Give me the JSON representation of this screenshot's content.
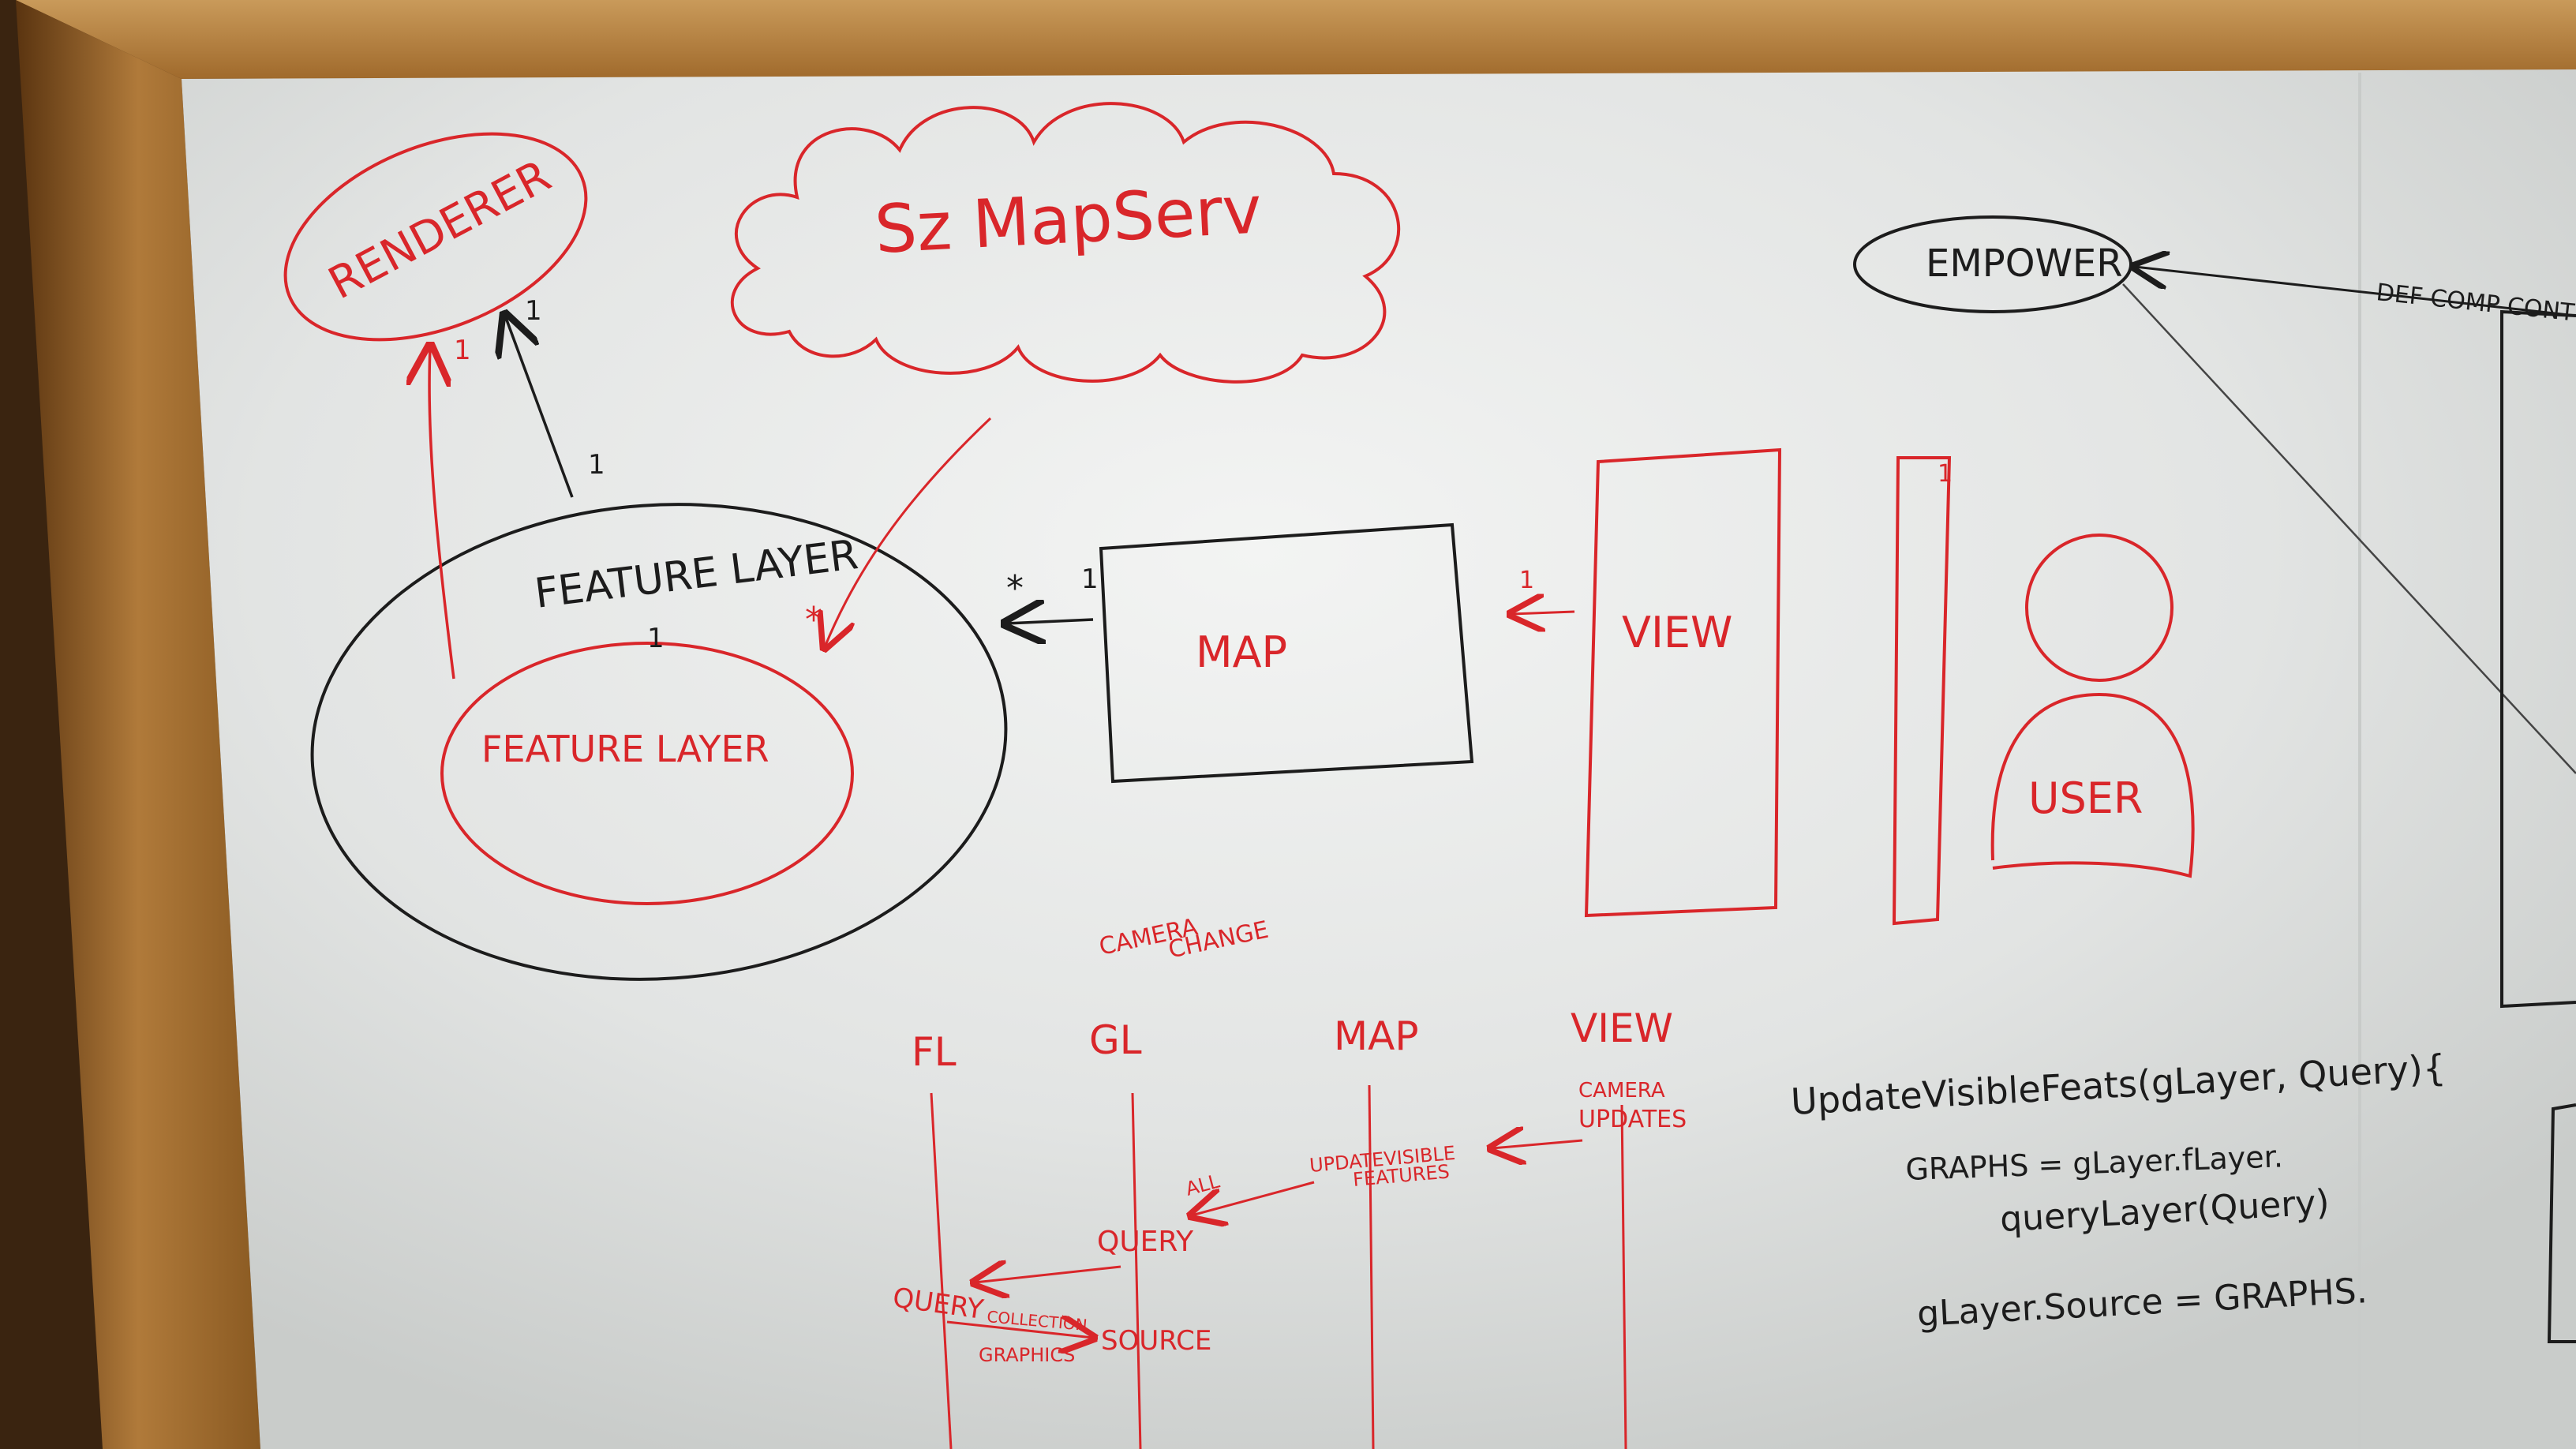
{
  "colors": {
    "red_marker": "#d9262a",
    "black_marker": "#1c1c1c",
    "board": "#e6e8e6",
    "frame": "#b9823f"
  },
  "top_diagram": {
    "renderer": "RENDERER",
    "map_server": "Sz MapServ",
    "feature_layer_outer": "FEATURE LAYER",
    "feature_layer_inner": "FEATURE LAYER",
    "map": "MAP",
    "view": "VIEW",
    "user": "USER",
    "empower": "EMPOWER",
    "def_comp": "DEF COMP CONT",
    "mult_1": "1",
    "mult_2": "1",
    "mult_3": "1",
    "mult_4": "1",
    "mult_5": "1",
    "mult_6": "1",
    "mult_7": "1",
    "mult_star_1": "*",
    "mult_star_2": "*"
  },
  "sequence": {
    "camera_change": [
      "CAMERA",
      "CHANGE"
    ],
    "lanes": [
      "FL",
      "GL",
      "MAP",
      "VIEW"
    ],
    "camera_updates": [
      "CAMERA",
      "UPDATES"
    ],
    "update_visible": [
      "UPDATEVISIBLE",
      "FEATURES"
    ],
    "all": "ALL",
    "query_gl": "QUERY",
    "query_fl": "QUERY",
    "collection": "COLLECTION",
    "graphics": "GRAPHICS",
    "source": "SOURCE"
  },
  "code": {
    "line1": "UpdateVisibleFeats(gLayer, Query){",
    "line2": "GRAPHS = gLayer.fLayer.",
    "line3": "queryLayer(Query)",
    "line4": "gLayer.Source = GRAPHS."
  }
}
